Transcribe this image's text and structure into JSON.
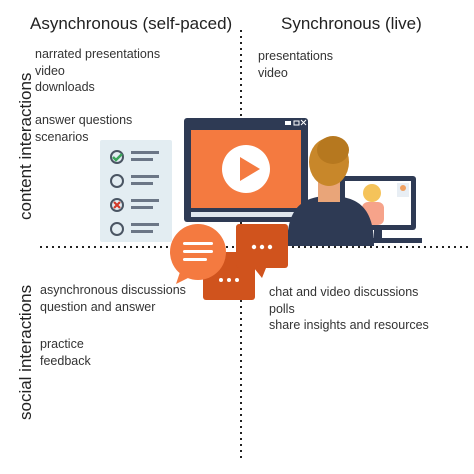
{
  "headers": {
    "asynchronous": "Asynchronous (self-paced)",
    "synchronous": "Synchronous (live)"
  },
  "rows": {
    "content": "content interactions",
    "social": "social interactions"
  },
  "quadrants": {
    "async_content": {
      "group_a": [
        "narrated presentations",
        "video",
        "downloads"
      ],
      "group_b": [
        "answer questions",
        "scenarios"
      ]
    },
    "sync_content": {
      "items": [
        "presentations",
        "video"
      ]
    },
    "async_social": {
      "group_a": [
        "asynchronous discussions",
        "question and answer"
      ],
      "group_b": [
        "practice",
        "feedback"
      ]
    },
    "sync_social": {
      "items": [
        "chat and video discussions",
        "polls",
        "share insights and resources"
      ]
    }
  },
  "colors": {
    "axis": "#222222",
    "orange": "#f47a40",
    "dark_orange": "#d0531d",
    "navy": "#2e3a54",
    "person_hair": "#c8872a",
    "checklist_bg": "#e3edf2",
    "check_green": "#3aa55a",
    "check_red": "#d23a2a"
  },
  "icons": [
    "checklist-icon",
    "monitor-play-icon",
    "chat-bubbles-icon",
    "person-at-computer-icon"
  ]
}
